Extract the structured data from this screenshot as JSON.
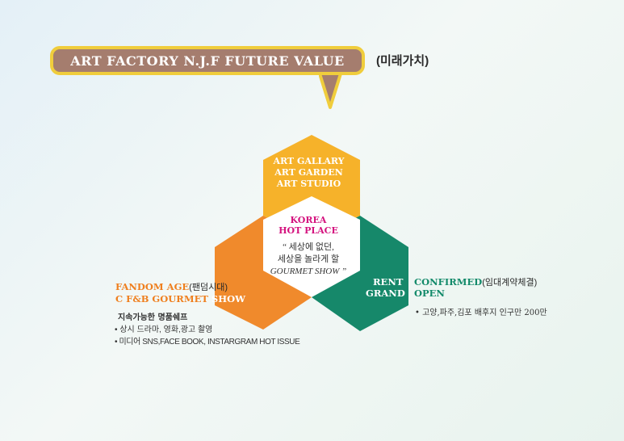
{
  "header": {
    "title": "ART FACTORY N.J.F FUTURE VALUE",
    "subtitle": "(미래가치)"
  },
  "top_hex": {
    "lines": [
      "ART GALLARY",
      "ART GARDEN",
      "ART STUDIO"
    ],
    "color": "#f6b22a"
  },
  "center": {
    "head": [
      "KOREA",
      "HOT PLACE"
    ],
    "quote": [
      "“ 세상에 없던,",
      "세상을 놀라게 할",
      "GOURMET SHOW ”"
    ]
  },
  "left": {
    "line1_main": "FANDOM AGE",
    "line1_sub": "(팬덤시대)",
    "line2_main": "C F&B GOURMET",
    "line2_tail": "SHOW",
    "bullets_head": "지속가능한 명품쉐프",
    "bullets": [
      "• 상시 드라마, 영화,광고 촬영",
      "• 미디어 SNS,FACE BOOK, INSTARGRAM HOT ISSUE"
    ],
    "color": "#f08a2c"
  },
  "right": {
    "line1_left": "RENT",
    "line1_right": "CONFIRMED",
    "line1_sub": "(임대계약체결)",
    "line2_left": "GRAND",
    "line2_right": "OPEN",
    "bullets": [
      "• 고양,파주,김포 배후지 인구만 200만"
    ],
    "color": "#16886a"
  }
}
